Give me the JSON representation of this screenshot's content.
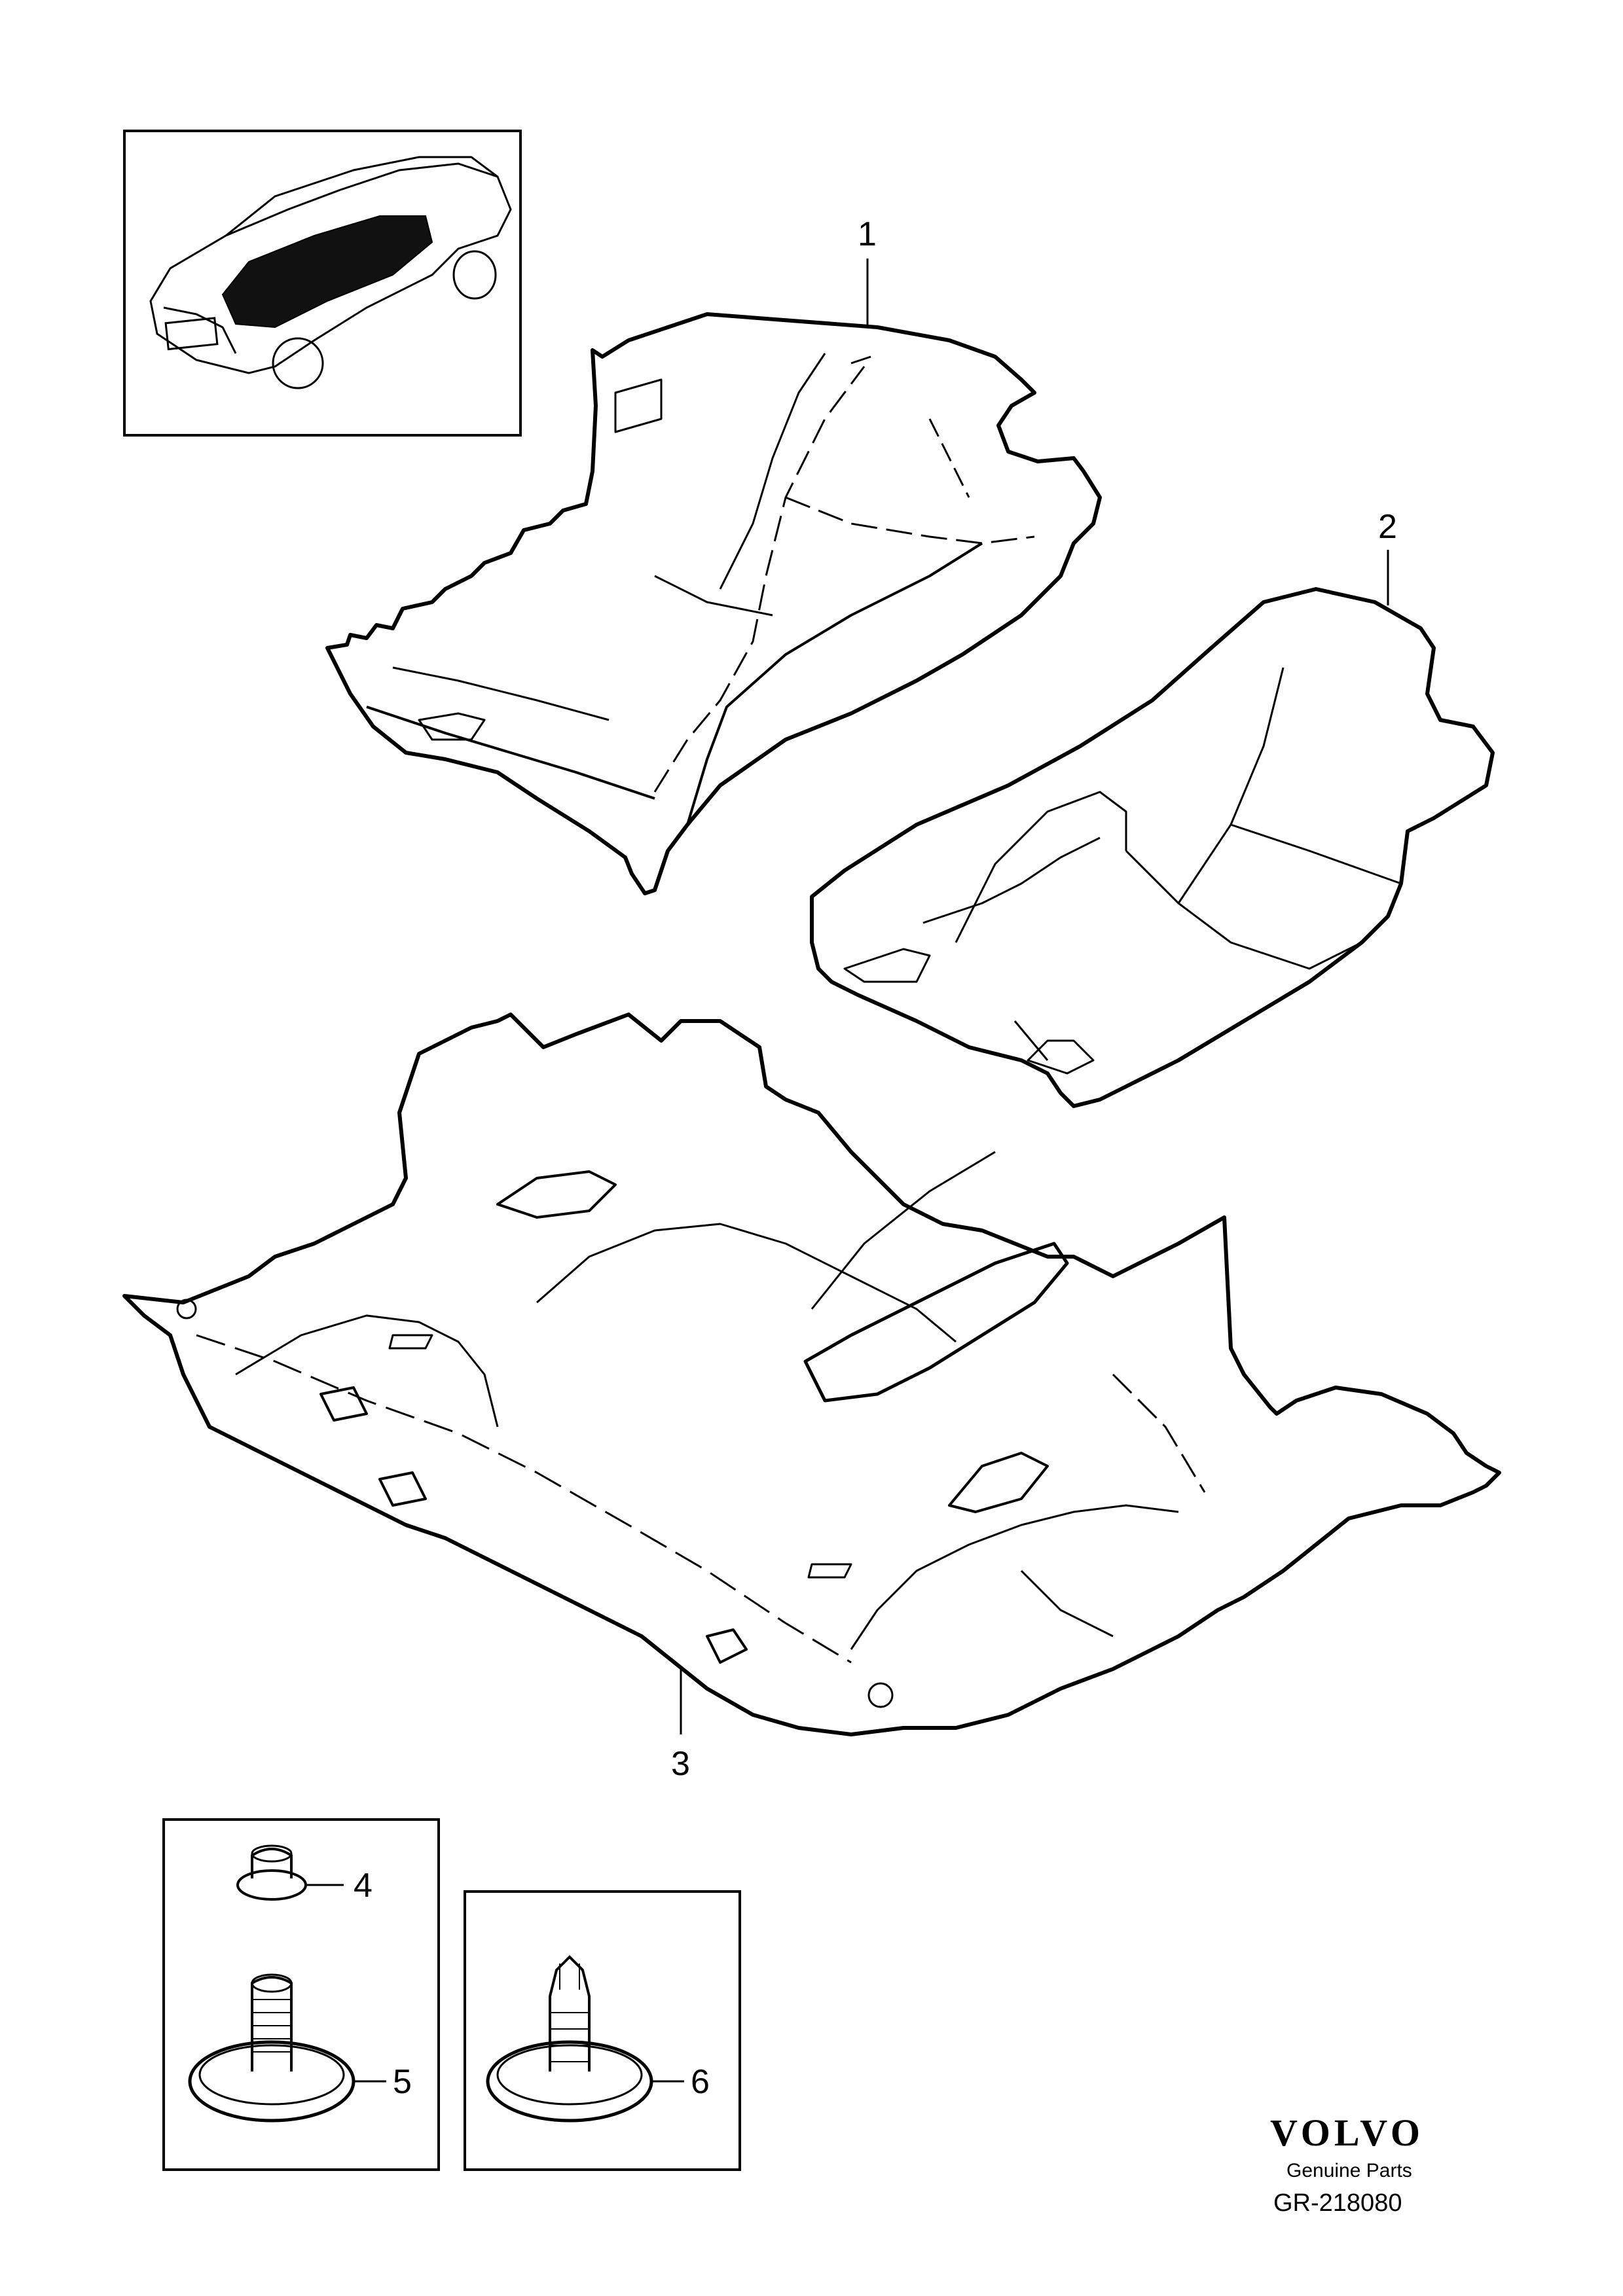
{
  "callouts": [
    "1",
    "2",
    "3",
    "4",
    "5",
    "6"
  ],
  "brand": {
    "logo_text": "VOLVO",
    "subtitle": "Genuine Parts",
    "figure_number": "GR-218080"
  },
  "colors": {
    "line": "#000000",
    "background": "#ffffff"
  }
}
